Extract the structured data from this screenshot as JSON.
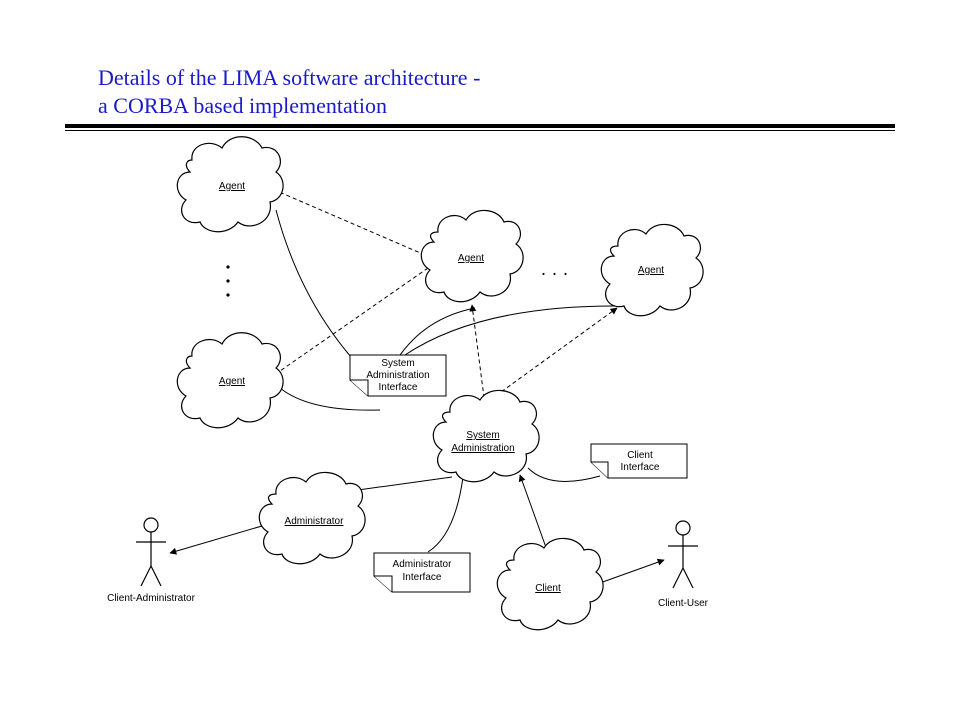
{
  "slide": {
    "title_line1": "Details of the LIMA software architecture -",
    "title_line2": "a CORBA based implementation"
  },
  "diagram": {
    "agent_label": "Agent",
    "sysadmin_label_1": "System",
    "sysadmin_label_2": "Administration",
    "administrator_label": "Administrator",
    "client_label": "Client",
    "sysadmin_interface": [
      "System",
      "Administration",
      "Interface"
    ],
    "client_interface": [
      "Client",
      "Interface"
    ],
    "admin_interface": [
      "Administrator",
      "Interface"
    ],
    "actor_client_admin": "Client-Administrator",
    "actor_client_user": "Client-User",
    "ellipsis_h": ". . ."
  }
}
